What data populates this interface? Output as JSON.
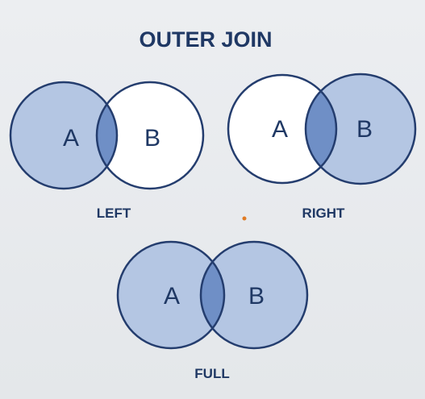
{
  "title": "OUTER JOIN",
  "colors": {
    "title": "#1f3864",
    "stroke": "#243d6e",
    "fill_light": "#b4c6e3",
    "fill_dark": "#6f8fc6",
    "unfilled": "#ffffff",
    "dot": "#e07b24"
  },
  "diagrams": [
    {
      "caption": "LEFT",
      "set_a": "A",
      "set_b": "B",
      "shaded": "left"
    },
    {
      "caption": "RIGHT",
      "set_a": "A",
      "set_b": "B",
      "shaded": "right"
    },
    {
      "caption": "FULL",
      "set_a": "A",
      "set_b": "B",
      "shaded": "full"
    }
  ]
}
